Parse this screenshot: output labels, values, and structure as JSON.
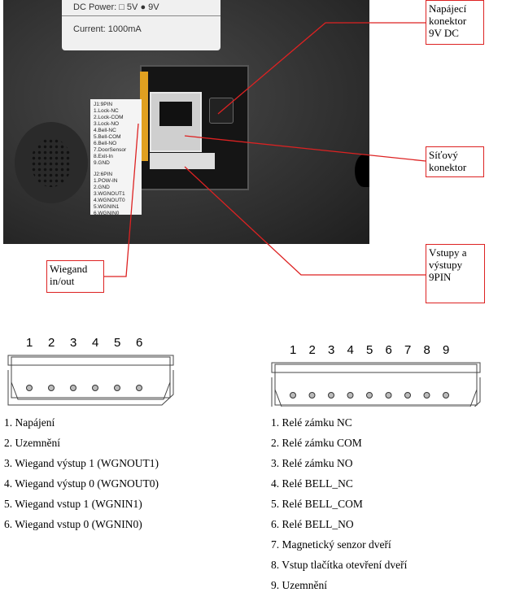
{
  "photo": {
    "sticker": {
      "dc_power": "DC Power:  □ 5V   ● 9V",
      "current": "Current:  1000mA"
    },
    "pin_label": {
      "j1_title": "J1:9PIN",
      "j1_pins": [
        "1.Lock-NC",
        "2.Lock-COM",
        "3.Lock-NO",
        "4.Bell-NC",
        "5.Bell-COM",
        "6.Bell-NO",
        "7.DoorSensor",
        "8.Exit-In",
        "9.GND"
      ],
      "j2_title": "J2:6PIN",
      "j2_pins": [
        "1.POW-IN",
        "2.GND",
        "3.WGNOUT1",
        "4.WGNOUT0",
        "5.WGNIN1",
        "6.WGNIN0"
      ]
    }
  },
  "callouts": {
    "power": "Napájecí konektor 9V DC",
    "network": "Síťový konektor",
    "io": "Vstupy a výstupy 9PIN",
    "wiegand": "Wiegand in/out"
  },
  "connector_6": {
    "pins": [
      "1",
      "2",
      "3",
      "4",
      "5",
      "6"
    ]
  },
  "connector_9": {
    "pins": [
      "1",
      "2",
      "3",
      "4",
      "5",
      "6",
      "7",
      "8",
      "9"
    ]
  },
  "list_6pin": [
    "1. Napájení",
    "2. Uzemnění",
    "3. Wiegand výstup 1 (WGNOUT1)",
    "4. Wiegand výstup 0 (WGNOUT0)",
    "5. Wiegand vstup 1 (WGNIN1)",
    "6. Wiegand vstup 0 (WGNIN0)"
  ],
  "list_9pin": [
    "1. Relé zámku NC",
    "2. Relé zámku COM",
    "3. Relé zámku NO",
    "4. Relé BELL_NC",
    "5. Relé BELL_COM",
    "6. Relé BELL_NO",
    "7. Magnetický senzor dveří",
    "8. Vstup tlačítka otevření dveří",
    "9. Uzemnění"
  ],
  "colors": {
    "callout_red": "#dd2222"
  }
}
